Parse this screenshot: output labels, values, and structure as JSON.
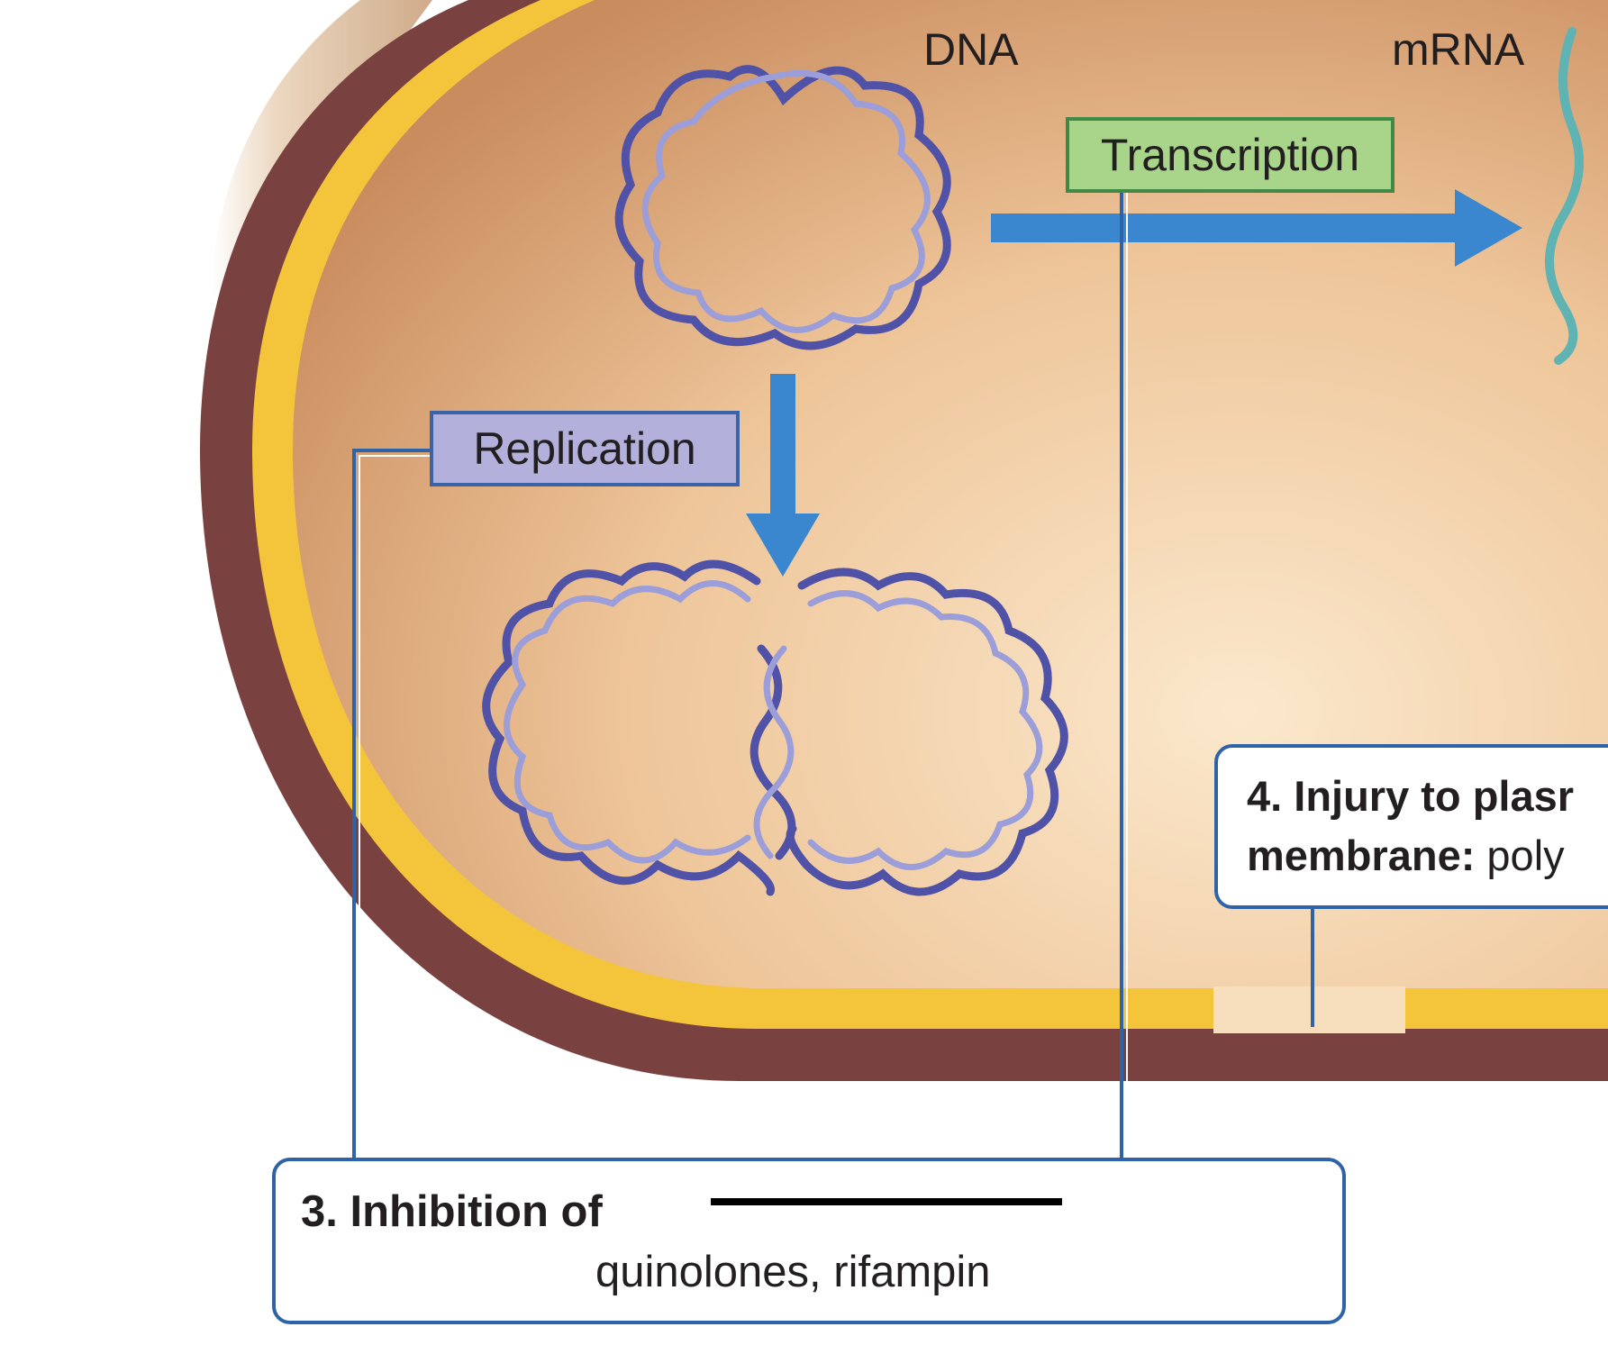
{
  "labels": {
    "dna": "DNA",
    "mrna": "mRNA",
    "replication": "Replication",
    "transcription": "Transcription"
  },
  "callout_3": {
    "title": "3. Inhibition of",
    "drugs": "quinolones, rifampin"
  },
  "callout_4": {
    "line1": "4. Injury to plasr",
    "line2_bold": "membrane:",
    "line2_rest": " poly"
  },
  "colors": {
    "cell_wall": "#7a4141",
    "membrane": "#f4c53b",
    "cytoplasm": "#ebc18e",
    "arrow": "#3a87cf",
    "dna_strand": "#5b5fb0",
    "mrna_strand": "#5fb3b3",
    "callout_border": "#2f63a8"
  }
}
